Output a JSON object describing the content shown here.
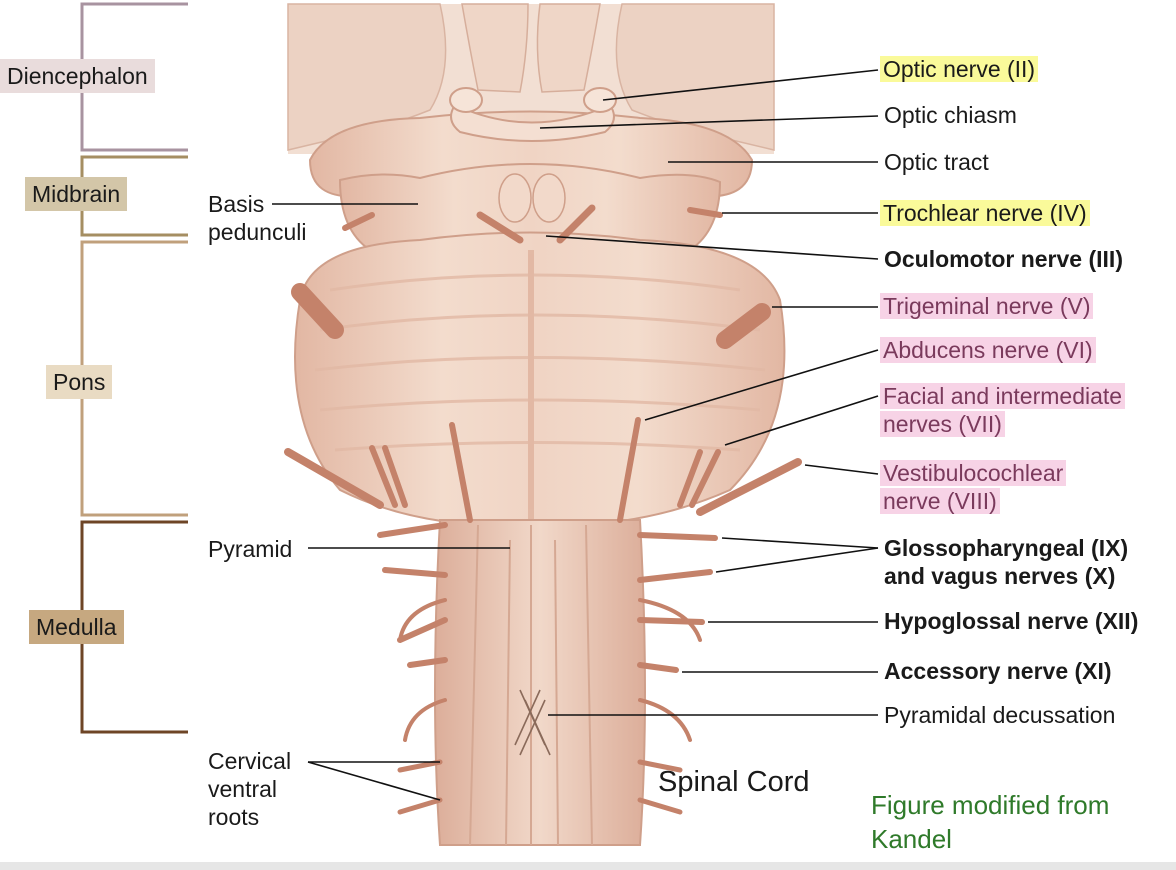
{
  "regions": {
    "diencephalon": {
      "label": "Diencephalon",
      "bg": "#e9dcdc",
      "bracket": "#a893a0"
    },
    "midbrain": {
      "label": "Midbrain",
      "bg": "#d3c6a8",
      "bracket": "#a58e62"
    },
    "pons": {
      "label": "Pons",
      "bg": "#e9dbc3",
      "bracket": "#c0a07c"
    },
    "medulla": {
      "label": "Medulla",
      "bg": "#c6a880",
      "bracket": "#6e4526"
    }
  },
  "left_labels": {
    "basis_line1": "Basis",
    "basis_line2": "pedunculi",
    "pyramid": "Pyramid",
    "cervical_line1": "Cervical",
    "cervical_line2": "ventral",
    "cervical_line3": "roots"
  },
  "right_labels": {
    "optic_nerve": "Optic nerve (II)",
    "optic_chiasm": "Optic chiasm",
    "optic_tract": "Optic tract",
    "trochlear": "Trochlear nerve (IV)",
    "oculomotor": "Oculomotor nerve (III)",
    "trigeminal": "Trigeminal nerve (V)",
    "abducens": "Abducens nerve (VI)",
    "facial_line1": "Facial and intermediate",
    "facial_line2": "nerves (VII)",
    "vestibulo_line1": "Vestibulocochlear",
    "vestibulo_line2": "nerve (VIII)",
    "glosso_line1": "Glossopharyngeal (IX)",
    "glosso_line2": "and vagus nerves (X)",
    "hypoglossal": "Hypoglossal nerve (XII)",
    "accessory": "Accessory nerve (XI)",
    "decussation": "Pyramidal decussation"
  },
  "annotation": "Spinal Cord",
  "credit": {
    "line1": "Figure modified from",
    "line2": "Kandel"
  },
  "colors": {
    "tissue": "#efd3c3",
    "tissue_dark": "#d9a993",
    "nerve": "#c98a72",
    "highlight_yellow": "#fafa9a",
    "highlight_pink": "#f7d3e6",
    "credit_green": "#2f7a2a"
  }
}
